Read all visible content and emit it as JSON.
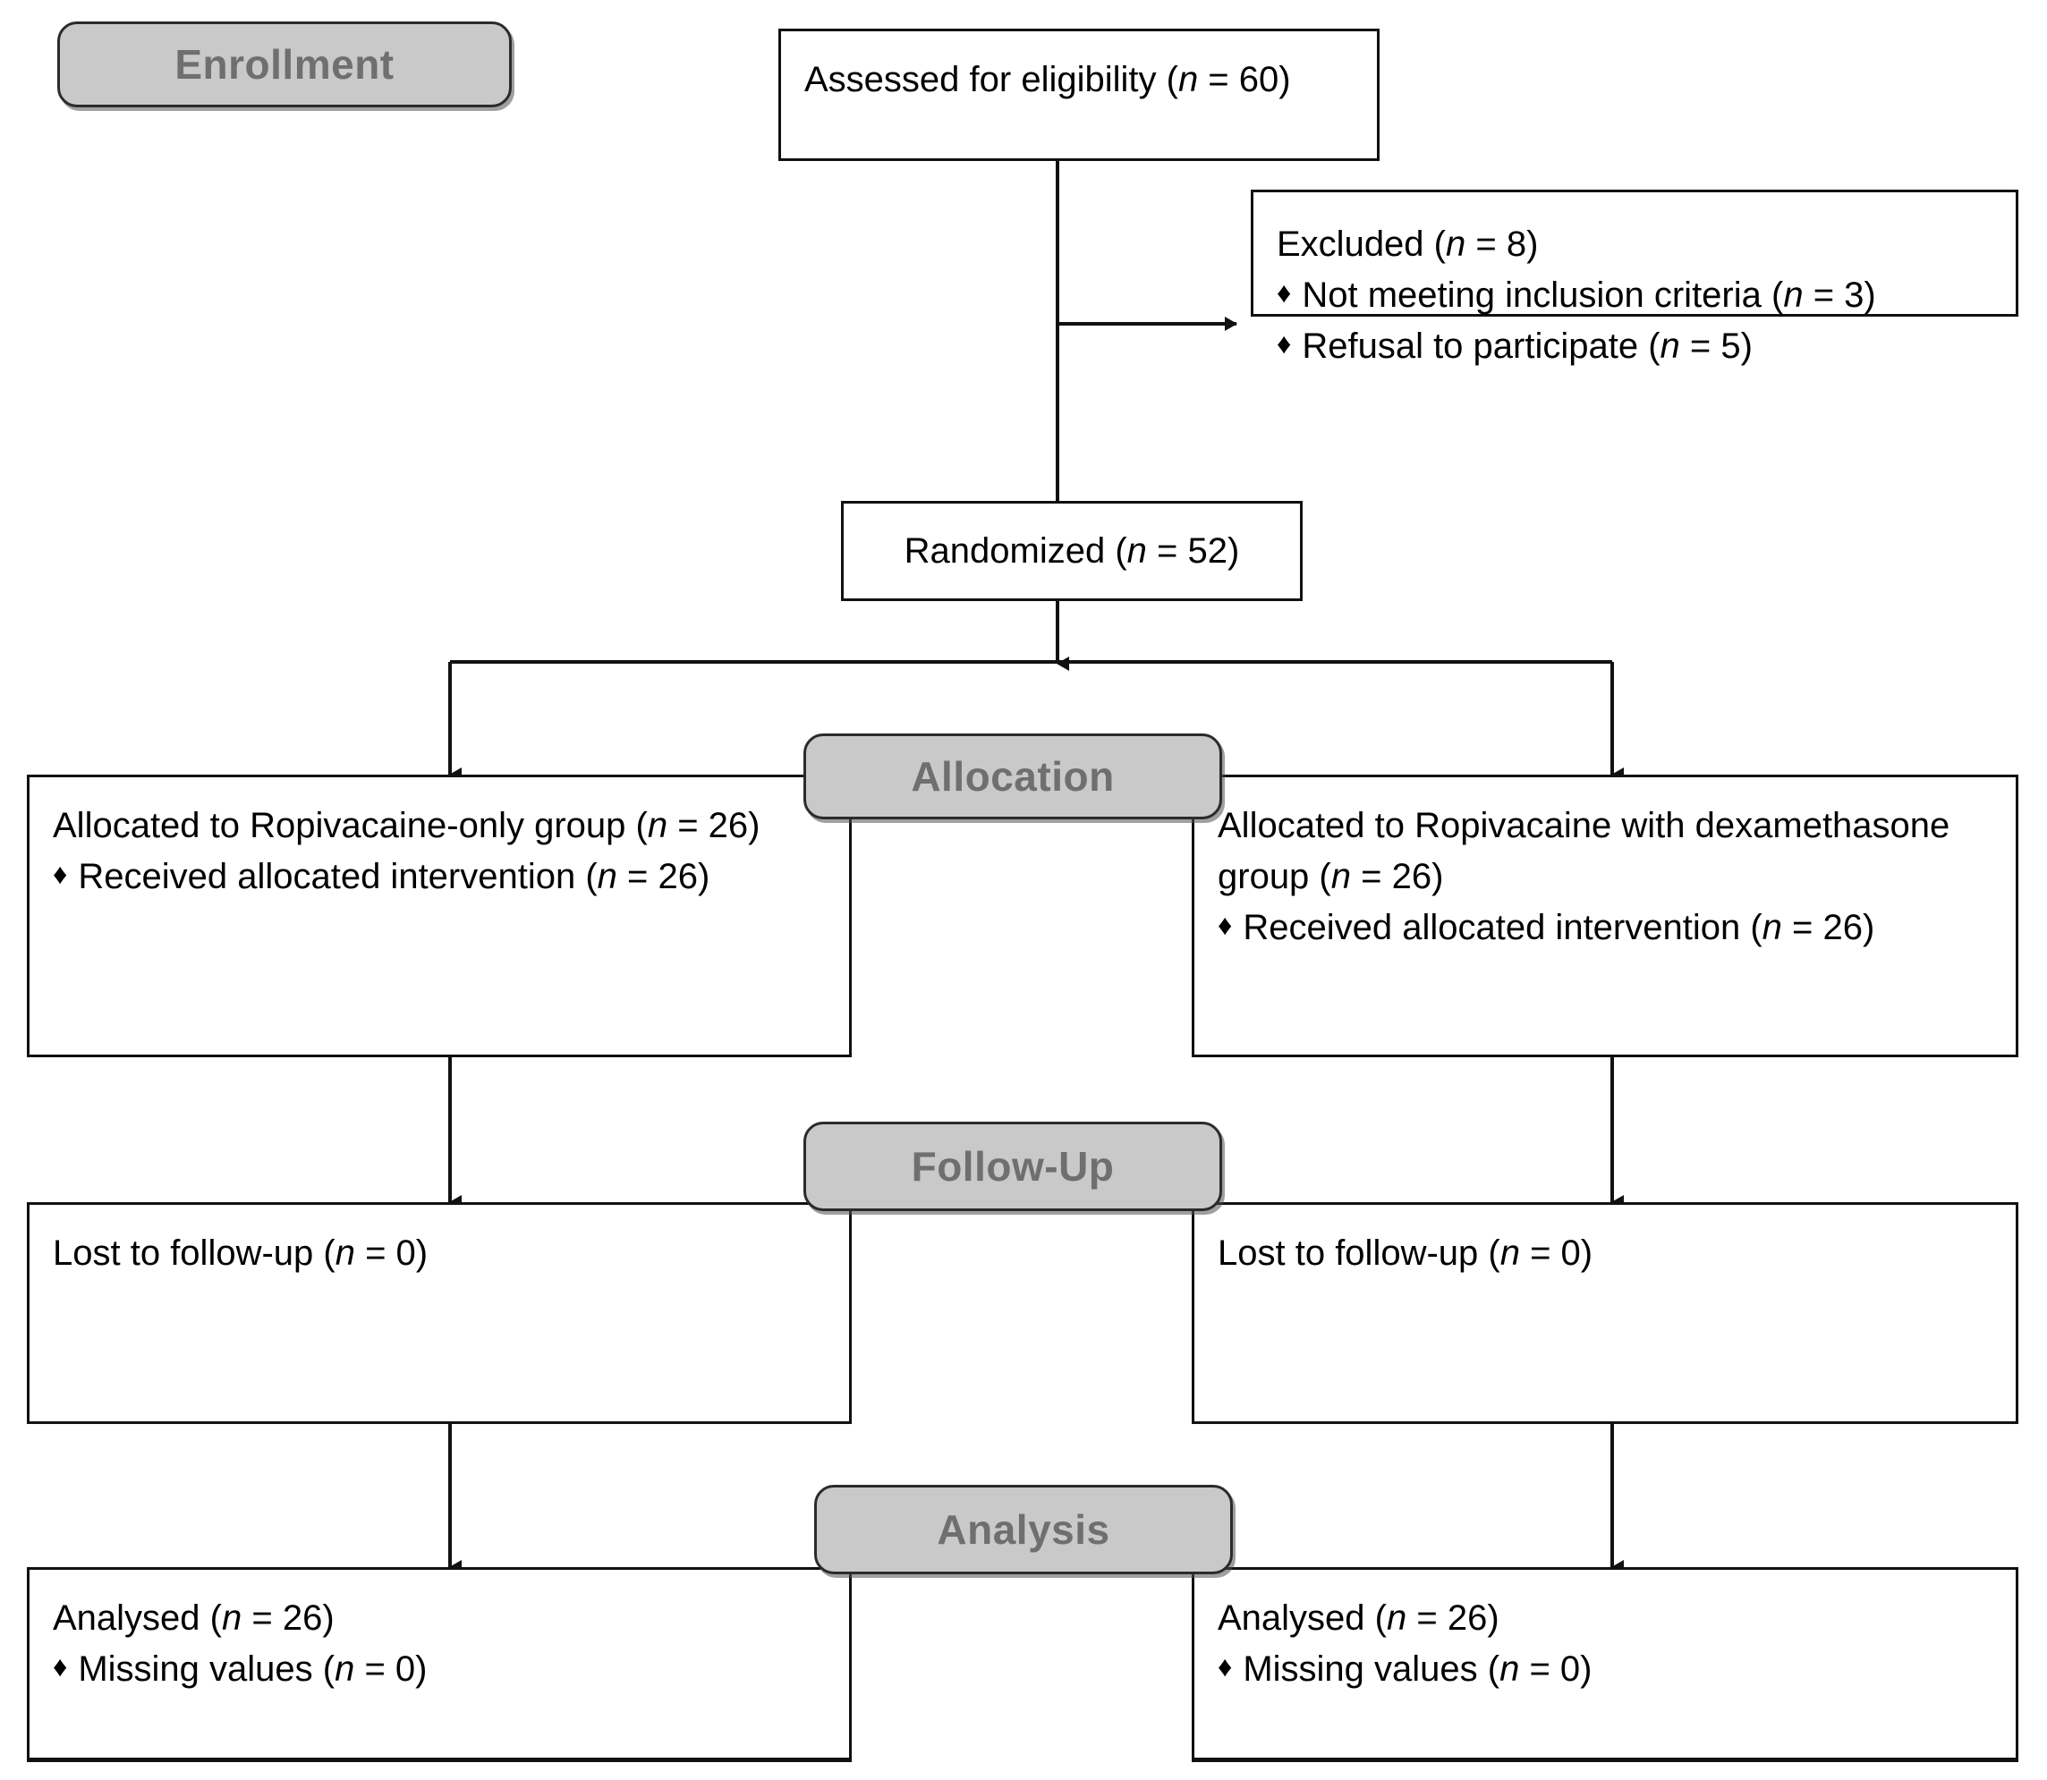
{
  "diagram": {
    "title": "CONSORT participant flow diagram",
    "colors": {
      "banner_fill": "#c9c9c9",
      "banner_border": "#2b2b2b",
      "banner_text": "#6f6f6f",
      "box_border": "#111111",
      "box_fill": "#ffffff",
      "text": "#000000",
      "connector": "#111111"
    },
    "bullet_glyph": "♦"
  },
  "stages": {
    "enrollment": "Enrollment",
    "allocation": "Allocation",
    "follow_up": "Follow-Up",
    "analysis": "Analysis"
  },
  "enrollment": {
    "assessed": {
      "prefix": "Assessed for eligibility (",
      "italic_n": "n",
      "suffix": " = 60)"
    },
    "excluded": {
      "heading_prefix": "Excluded (",
      "heading_italic_n": "n",
      "heading_suffix": " = 8)",
      "items": [
        {
          "prefix": "Not meeting inclusion criteria (",
          "italic_n": "n",
          "suffix": " = 3)"
        },
        {
          "prefix": "Refusal to participate (",
          "italic_n": "n",
          "suffix": " = 5)"
        }
      ]
    },
    "randomized": {
      "prefix": "Randomized (",
      "italic_n": "n",
      "suffix": " = 52)"
    }
  },
  "arms": {
    "left": {
      "allocation": {
        "heading_prefix": "Allocated to Ropivacaine-only group (",
        "heading_italic_n": "n",
        "heading_suffix": " = 26)",
        "items": [
          {
            "prefix": "Received allocated intervention (",
            "italic_n": "n",
            "suffix": " = 26)"
          }
        ]
      },
      "follow_up": {
        "heading_prefix": "Lost to follow-up (",
        "heading_italic_n": "n",
        "heading_suffix": " = 0)",
        "items": []
      },
      "analysis": {
        "heading_prefix": "Analysed (",
        "heading_italic_n": "n",
        "heading_suffix": " = 26)",
        "items": [
          {
            "prefix": "Missing values (",
            "italic_n": "n",
            "suffix": " = 0)"
          }
        ]
      }
    },
    "right": {
      "allocation": {
        "heading_prefix": "Allocated to Ropivacaine with dexamethasone group (",
        "heading_italic_n": "n",
        "heading_suffix": " = 26)",
        "items": [
          {
            "prefix": "Received allocated intervention (",
            "italic_n": "n",
            "suffix": " = 26)"
          }
        ]
      },
      "follow_up": {
        "heading_prefix": "Lost to follow-up (",
        "heading_italic_n": "n",
        "heading_suffix": " = 0)",
        "items": []
      },
      "analysis": {
        "heading_prefix": "Analysed (",
        "heading_italic_n": "n",
        "heading_suffix": " = 26)",
        "items": [
          {
            "prefix": "Missing values (",
            "italic_n": "n",
            "suffix": " = 0)"
          }
        ]
      }
    }
  }
}
